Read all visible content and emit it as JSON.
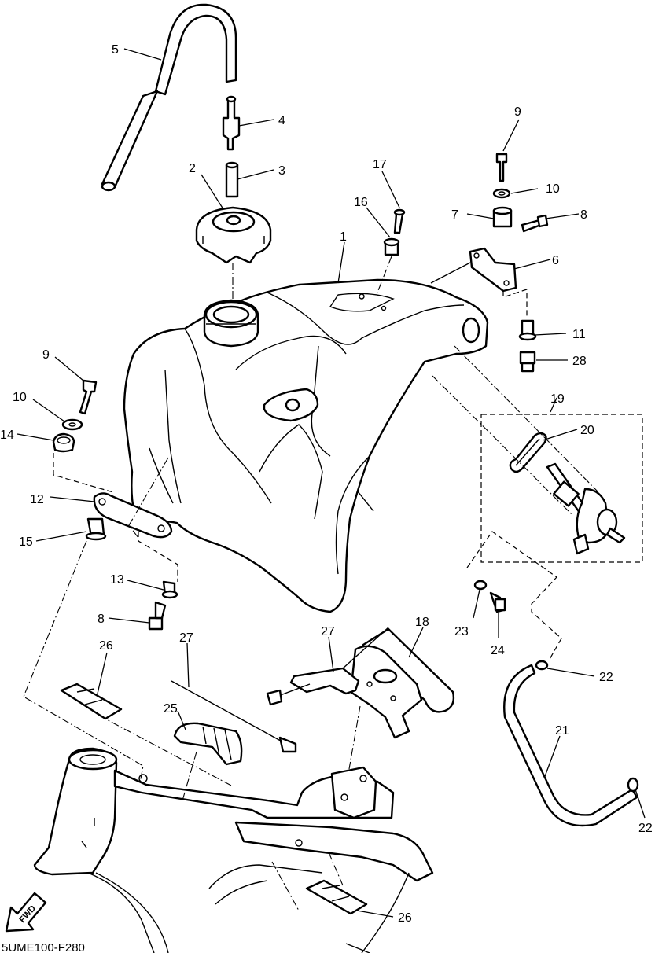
{
  "drawing_code": "5UME100-F280",
  "fwd_label": "FWD",
  "callouts": [
    {
      "id": "c-1",
      "text": "1"
    },
    {
      "id": "c-2",
      "text": "2"
    },
    {
      "id": "c-3",
      "text": "3"
    },
    {
      "id": "c-4",
      "text": "4"
    },
    {
      "id": "c-5",
      "text": "5"
    },
    {
      "id": "c-6",
      "text": "6"
    },
    {
      "id": "c-7",
      "text": "7"
    },
    {
      "id": "c-8a",
      "text": "8"
    },
    {
      "id": "c-8b",
      "text": "8"
    },
    {
      "id": "c-9a",
      "text": "9"
    },
    {
      "id": "c-9b",
      "text": "9"
    },
    {
      "id": "c-10a",
      "text": "10"
    },
    {
      "id": "c-10b",
      "text": "10"
    },
    {
      "id": "c-11",
      "text": "11"
    },
    {
      "id": "c-12",
      "text": "12"
    },
    {
      "id": "c-13",
      "text": "13"
    },
    {
      "id": "c-14",
      "text": "14"
    },
    {
      "id": "c-15",
      "text": "15"
    },
    {
      "id": "c-16",
      "text": "16"
    },
    {
      "id": "c-17",
      "text": "17"
    },
    {
      "id": "c-18",
      "text": "18"
    },
    {
      "id": "c-19",
      "text": "19"
    },
    {
      "id": "c-20",
      "text": "20"
    },
    {
      "id": "c-21",
      "text": "21"
    },
    {
      "id": "c-22a",
      "text": "22"
    },
    {
      "id": "c-22b",
      "text": "22"
    },
    {
      "id": "c-23",
      "text": "23"
    },
    {
      "id": "c-24",
      "text": "24"
    },
    {
      "id": "c-25",
      "text": "25"
    },
    {
      "id": "c-26a",
      "text": "26"
    },
    {
      "id": "c-26b",
      "text": "26"
    },
    {
      "id": "c-27a",
      "text": "27"
    },
    {
      "id": "c-27b",
      "text": "27"
    },
    {
      "id": "c-28",
      "text": "28"
    }
  ]
}
